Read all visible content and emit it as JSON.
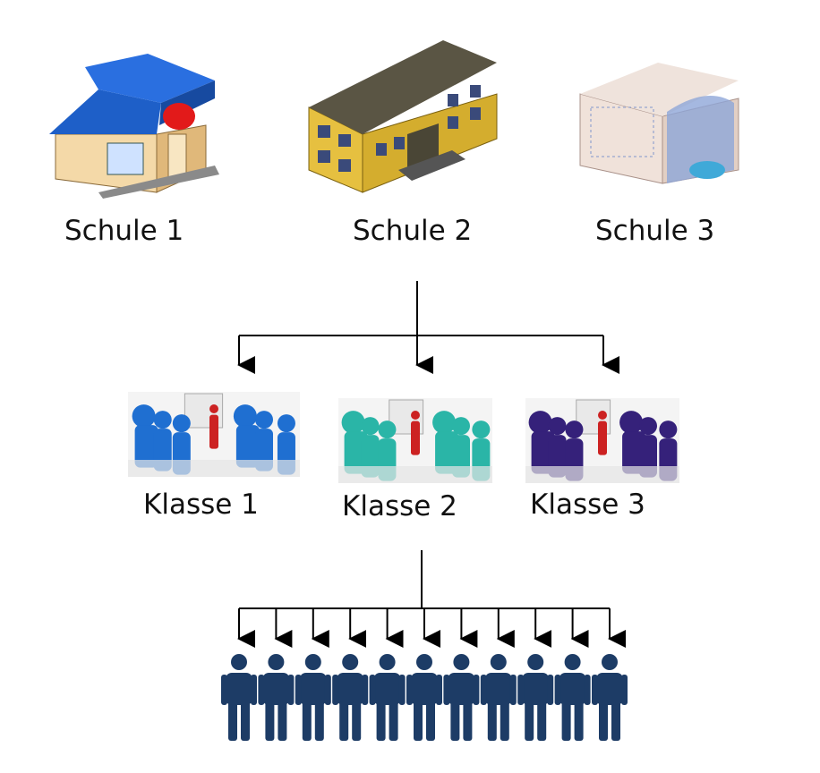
{
  "schools": [
    {
      "label": "Schule 1",
      "icon": "house-school-icon",
      "roof": "#1e5fc8",
      "wall": "#f4d9a8"
    },
    {
      "label": "Schule 2",
      "icon": "building-school-icon",
      "roof": "#5a5544",
      "wall": "#e6c040"
    },
    {
      "label": "Schule 3",
      "icon": "office-school-icon",
      "roof": "#e8d6cc",
      "wall": "#f0e2da"
    }
  ],
  "classes": [
    {
      "label": "Klasse 1",
      "icon": "classroom-icon",
      "color": "#1f6fd1"
    },
    {
      "label": "Klasse 2",
      "icon": "classroom-icon",
      "color": "#2ab5a7"
    },
    {
      "label": "Klasse 3",
      "icon": "classroom-icon",
      "color": "#35217a"
    }
  ],
  "students": {
    "count": 11,
    "icon": "person-icon",
    "color": "#1d3c66"
  },
  "colors": {
    "line": "#000000",
    "teacher": "#cc2222",
    "board": "#e9e9e9"
  }
}
